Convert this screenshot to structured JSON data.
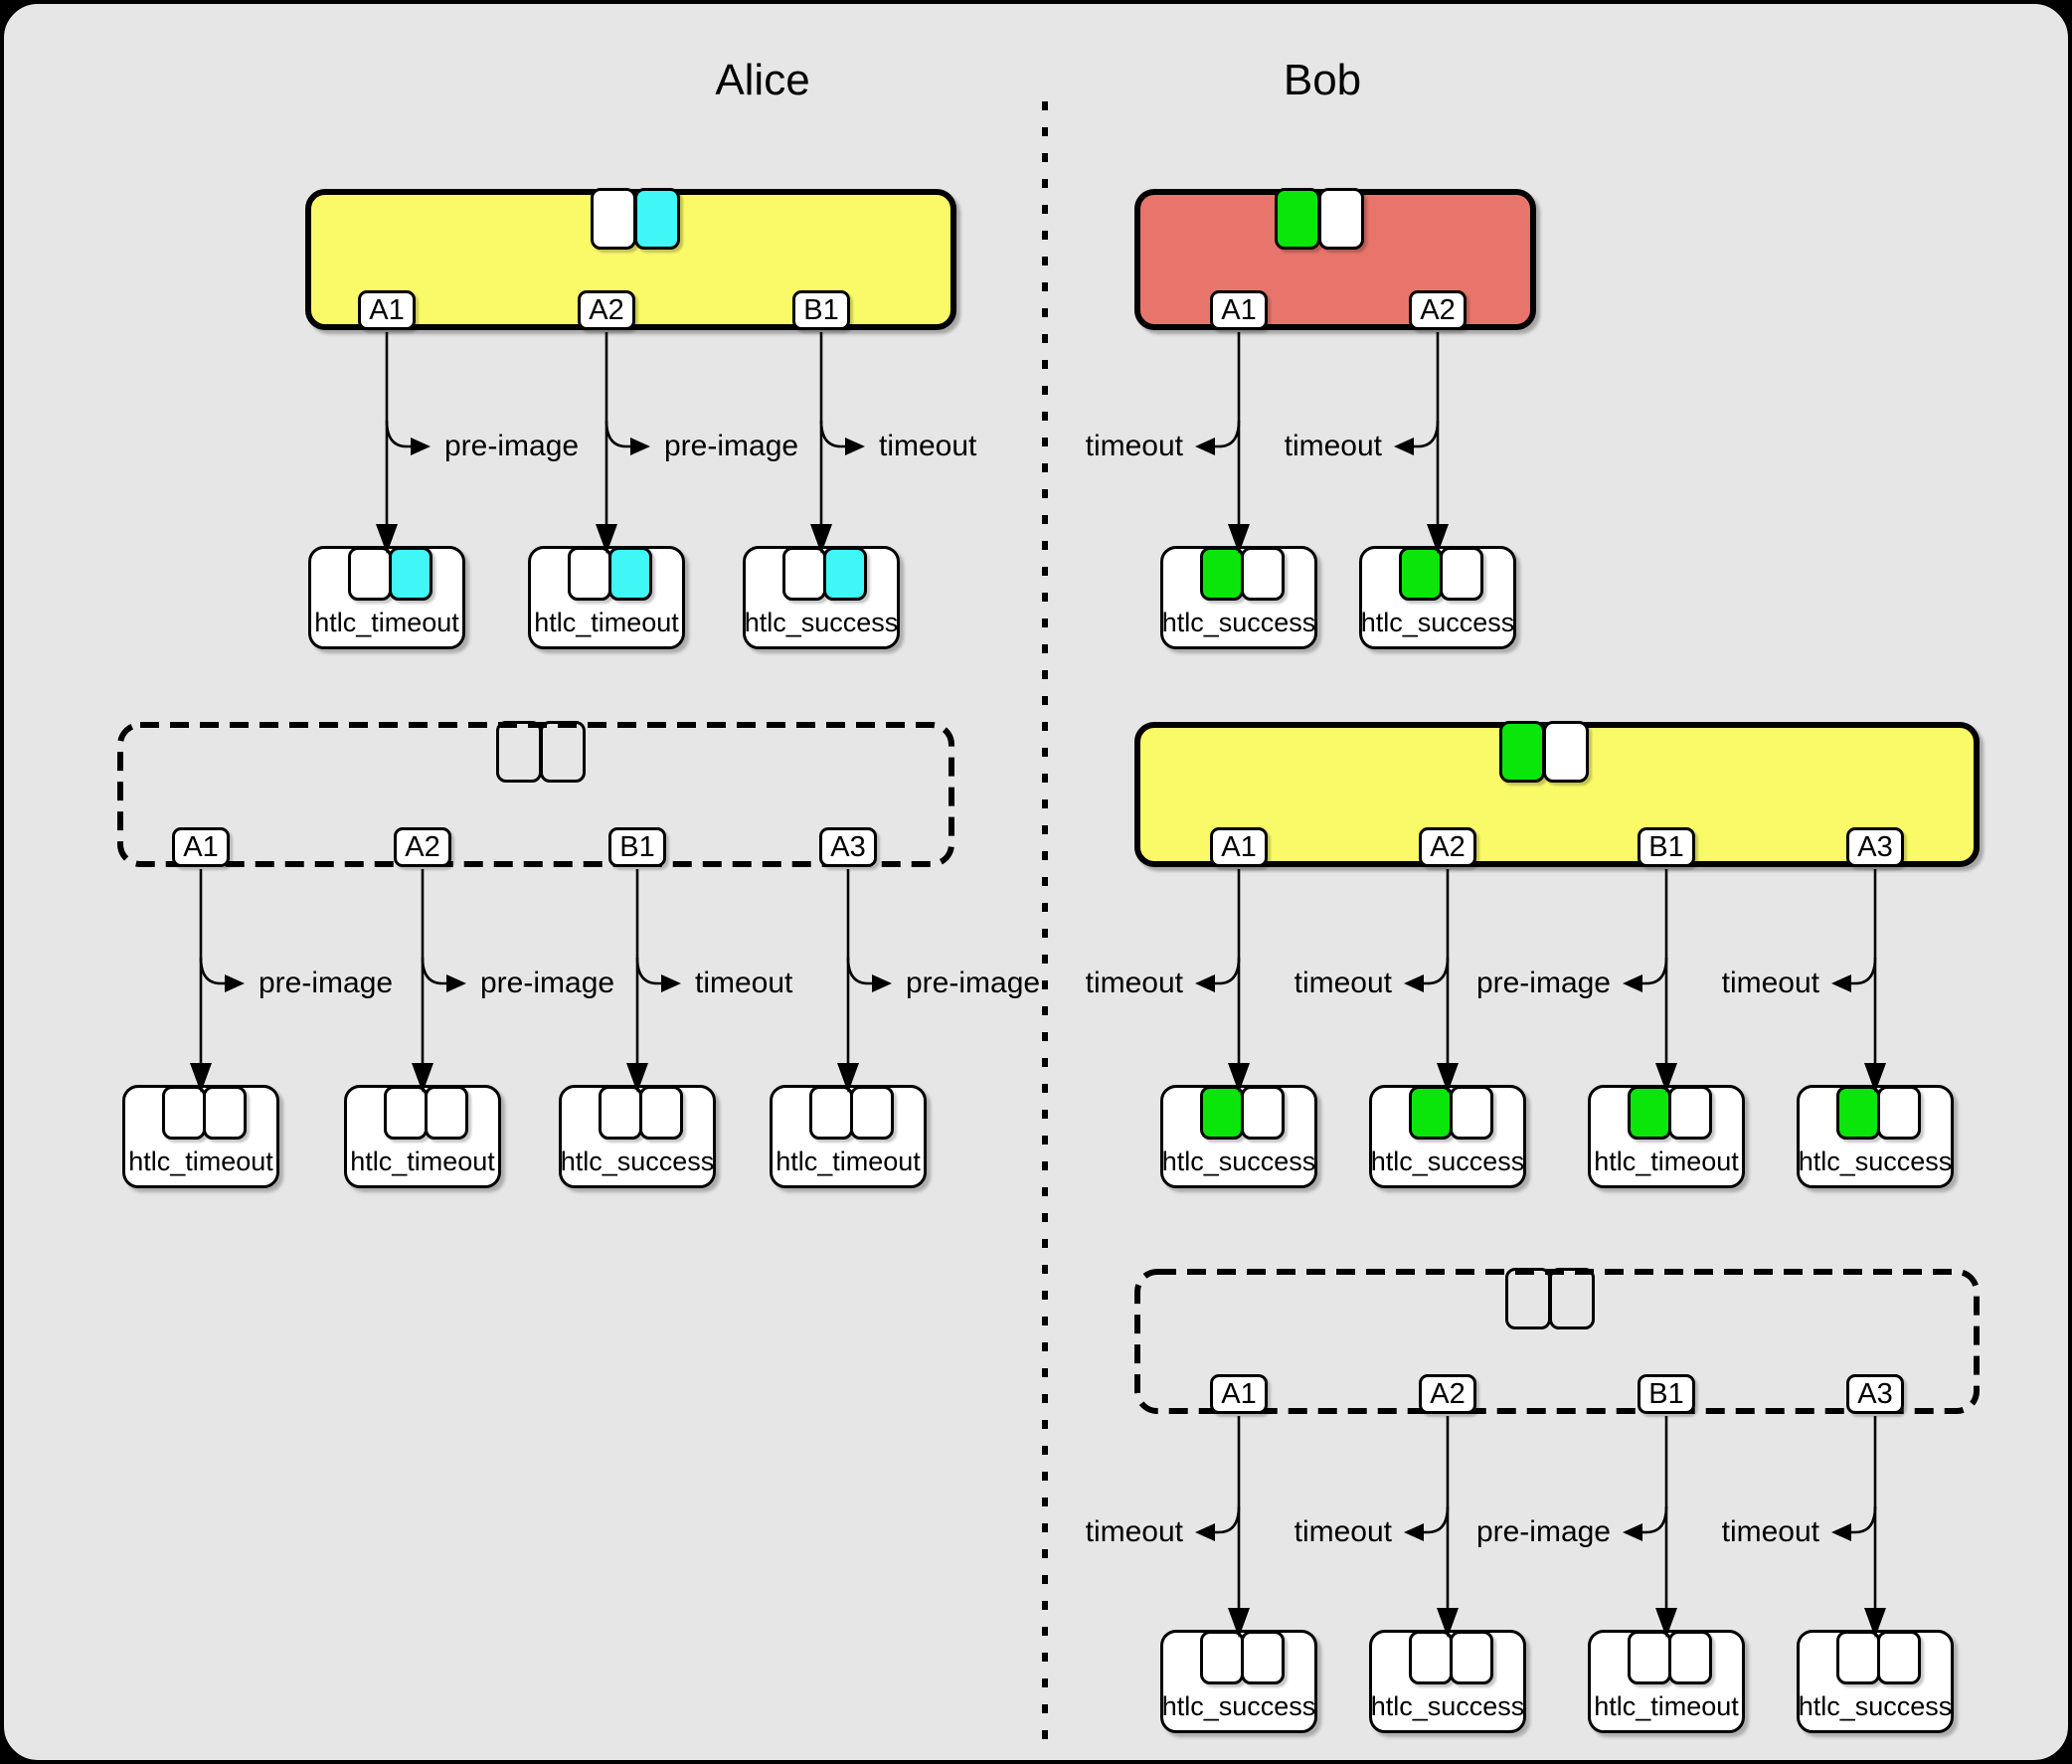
{
  "columns": [
    {
      "title": "Alice"
    },
    {
      "title": "Bob"
    }
  ],
  "colors": {
    "yellow": "#FAFA69",
    "red": "#E8756B",
    "cyan": "#40F6F6",
    "green": "#0AE60A",
    "white": "#FFFFFF",
    "none": "transparent",
    "panel": "#E6E6E6",
    "line": "#000000"
  },
  "groups": [
    {
      "id": "alice-commitment-1",
      "column": "Alice",
      "box_style": "solid",
      "box_fill": "yellow",
      "status_chips": [
        "white",
        "cyan"
      ],
      "outputs": [
        {
          "tab": "A1",
          "action": "pre-image",
          "spend_tx": "htlc_timeout",
          "chips": [
            "white",
            "cyan"
          ]
        },
        {
          "tab": "A2",
          "action": "pre-image",
          "spend_tx": "htlc_timeout",
          "chips": [
            "white",
            "cyan"
          ]
        },
        {
          "tab": "B1",
          "action": "timeout",
          "spend_tx": "htlc_success",
          "chips": [
            "white",
            "cyan"
          ]
        }
      ]
    },
    {
      "id": "alice-commitment-2",
      "column": "Alice",
      "box_style": "dashed",
      "box_fill": "none",
      "status_chips": [
        "none",
        "none"
      ],
      "outputs": [
        {
          "tab": "A1",
          "action": "pre-image",
          "spend_tx": "htlc_timeout",
          "chips": [
            "white",
            "white"
          ]
        },
        {
          "tab": "A2",
          "action": "pre-image",
          "spend_tx": "htlc_timeout",
          "chips": [
            "white",
            "white"
          ]
        },
        {
          "tab": "B1",
          "action": "timeout",
          "spend_tx": "htlc_success",
          "chips": [
            "white",
            "white"
          ]
        },
        {
          "tab": "A3",
          "action": "pre-image",
          "spend_tx": "htlc_timeout",
          "chips": [
            "white",
            "white"
          ]
        }
      ]
    },
    {
      "id": "bob-commitment-1",
      "column": "Bob",
      "box_style": "solid",
      "box_fill": "red",
      "status_chips": [
        "green",
        "white"
      ],
      "outputs": [
        {
          "tab": "A1",
          "action": "timeout",
          "spend_tx": "htlc_success",
          "chips": [
            "green",
            "white"
          ]
        },
        {
          "tab": "A2",
          "action": "timeout",
          "spend_tx": "htlc_success",
          "chips": [
            "green",
            "white"
          ]
        }
      ]
    },
    {
      "id": "bob-commitment-2",
      "column": "Bob",
      "box_style": "solid",
      "box_fill": "yellow",
      "status_chips": [
        "green",
        "white"
      ],
      "outputs": [
        {
          "tab": "A1",
          "action": "timeout",
          "spend_tx": "htlc_success",
          "chips": [
            "green",
            "white"
          ]
        },
        {
          "tab": "A2",
          "action": "timeout",
          "spend_tx": "htlc_success",
          "chips": [
            "green",
            "white"
          ]
        },
        {
          "tab": "B1",
          "action": "pre-image",
          "spend_tx": "htlc_timeout",
          "chips": [
            "green",
            "white"
          ]
        },
        {
          "tab": "A3",
          "action": "timeout",
          "spend_tx": "htlc_success",
          "chips": [
            "green",
            "white"
          ]
        }
      ]
    },
    {
      "id": "bob-commitment-3",
      "column": "Bob",
      "box_style": "dashed",
      "box_fill": "none",
      "status_chips": [
        "none",
        "none"
      ],
      "outputs": [
        {
          "tab": "A1",
          "action": "timeout",
          "spend_tx": "htlc_success",
          "chips": [
            "white",
            "white"
          ]
        },
        {
          "tab": "A2",
          "action": "timeout",
          "spend_tx": "htlc_success",
          "chips": [
            "white",
            "white"
          ]
        },
        {
          "tab": "B1",
          "action": "pre-image",
          "spend_tx": "htlc_timeout",
          "chips": [
            "white",
            "white"
          ]
        },
        {
          "tab": "A3",
          "action": "timeout",
          "spend_tx": "htlc_success",
          "chips": [
            "white",
            "white"
          ]
        }
      ]
    }
  ]
}
